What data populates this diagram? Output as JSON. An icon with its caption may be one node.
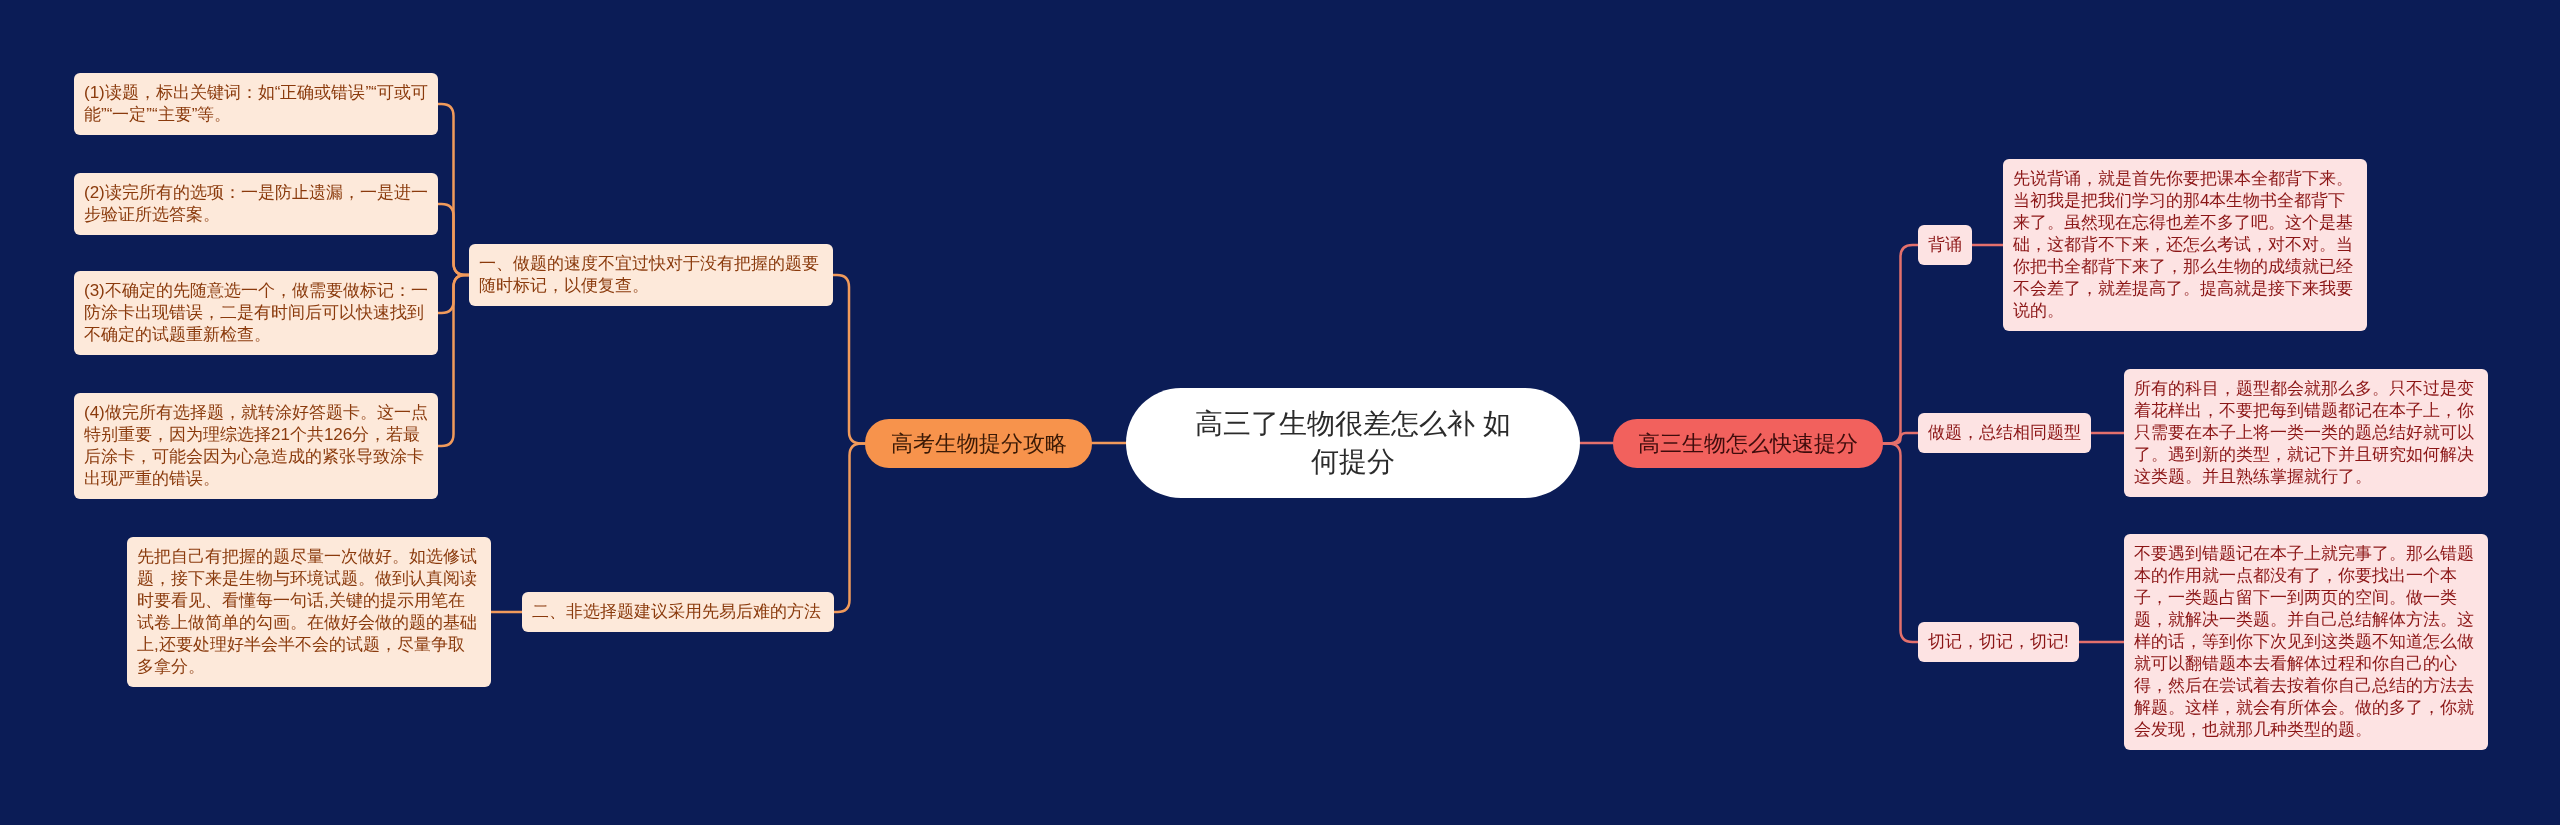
{
  "diagram": {
    "nodes": [
      {
        "text": [
          "高三了生物很差怎么补 如何提分"
        ]
      },
      {
        "text": [
          "高考生物提分攻略"
        ]
      },
      {
        "text": [
          "一、做题的速度不宜过快对于没有把握的题要随时标记，以便复查。"
        ]
      },
      {
        "text": [
          "(1)读题，标出关键词：如“正确或错误”“可或可能”“一定”“主要”等。"
        ]
      },
      {
        "text": [
          "(2)读完所有的选项：一是防止遗漏，一是进一步验证所选答案。"
        ]
      },
      {
        "text": [
          "(3)不确定的先随意选一个，做需要做标记：一防涂卡出现错误，二是有时间后可以快速找到不确定的试题重新检查。"
        ]
      },
      {
        "text": [
          "(4)做完所有选择题，就转涂好答题卡。这一点特别重要，因为理综选择21个共126分，若最后涂卡，可能会因为心急造成的紧张导致涂卡出现严重的错误。"
        ]
      },
      {
        "text": [
          "二、非选择题建议采用先易后难的方法"
        ]
      },
      {
        "text": [
          "先把自己有把握的题尽量一次做好。如选修试题，接下来是生物与环境试题。做到认真阅读时要看见、看懂每一句话,关键的提示用笔在试卷上做简单的勾画。在做好会做的题的基础上,还要处理好半会半不会的试题，尽量争取多拿分。"
        ]
      },
      {
        "text": [
          "高三生物怎么快速提分"
        ]
      },
      {
        "text": [
          "背诵"
        ]
      },
      {
        "text": [
          "先说背诵，就是首先你要把课本全都背下来。当初我是把我们学习的那4本生物书全都背下来了。虽然现在忘得也差不多了吧。这个是基础，这都背不下来，还怎么考试，对不对。当你把书全都背下来了，那么生物的成绩就已经不会差了，就差提高了。提高就是接下来我要说的。"
        ]
      },
      {
        "text": [
          "做题，总结相同题型"
        ]
      },
      {
        "text": [
          "所有的科目，题型都会就那么多。只不过是变着花样出，不要把每到错题都记在本子上，你只需要在本子上将一类一类的题总结好就可以了。遇到新的类型，就记下并且研究如何解决这类题。并且熟练掌握就行了。"
        ]
      },
      {
        "text": [
          "切记，切记，切记!"
        ]
      },
      {
        "text": [
          "不要遇到错题记在本子上就完事了。那么错题本的作用就一点都没有了，你要找出一个本子，一类题占留下一到两页的空间。做一类题，就解决一类题。并自己总结解体方法。这样的话，等到你下次见到这类题不知道怎么做就可以翻错题本去看解体过程和你自己的心得，然后在尝试着去按着你自己总结的方法去解题。这样，就会有所体会。做的多了，你就会发现，也就那几种类型的题。"
        ]
      }
    ],
    "edges": [
      {
        "from": 0,
        "to": 1,
        "arrow": "none"
      },
      {
        "from": 1,
        "to": 2,
        "arrow": "none"
      },
      {
        "from": 2,
        "to": 3,
        "arrow": "none"
      },
      {
        "from": 2,
        "to": 4,
        "arrow": "none"
      },
      {
        "from": 2,
        "to": 5,
        "arrow": "none"
      },
      {
        "from": 2,
        "to": 6,
        "arrow": "none"
      },
      {
        "from": 1,
        "to": 7,
        "arrow": "none"
      },
      {
        "from": 7,
        "to": 8,
        "arrow": "none"
      },
      {
        "from": 0,
        "to": 9,
        "arrow": "none",
        "color": "#e4706c"
      },
      {
        "from": 9,
        "to": 10,
        "arrow": "none",
        "color": "#e4706c"
      },
      {
        "from": 10,
        "to": 11,
        "arrow": "none",
        "color": "#e4706c"
      },
      {
        "from": 9,
        "to": 12,
        "arrow": "none",
        "color": "#e4706c"
      },
      {
        "from": 12,
        "to": 13,
        "arrow": "none",
        "color": "#e4706c"
      },
      {
        "from": 9,
        "to": 14,
        "arrow": "none",
        "color": "#e4706c"
      },
      {
        "from": 14,
        "to": 15,
        "arrow": "none",
        "color": "#e4706c"
      }
    ]
  }
}
